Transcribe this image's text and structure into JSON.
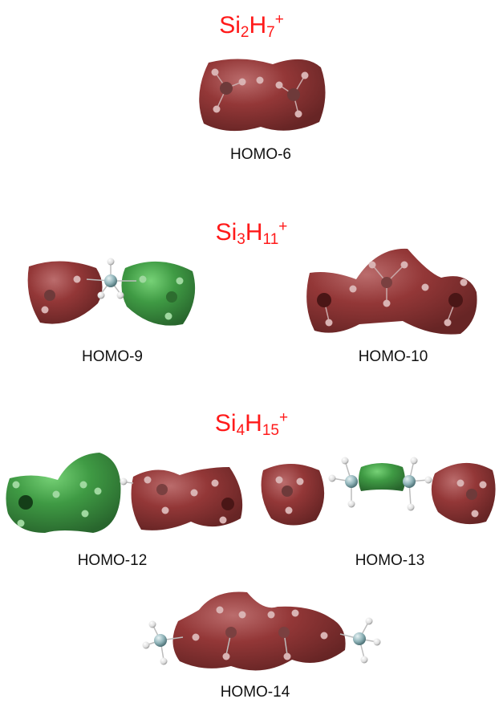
{
  "colors": {
    "title": "#ff1a1a",
    "negative_lobe": "#7a1c1c",
    "positive_lobe": "#2f8a2f",
    "silicon": "#8fb3b8",
    "hydrogen": "#e9e9e9"
  },
  "sections": [
    {
      "formula": {
        "base1": "Si",
        "sub1": "2",
        "base2": "H",
        "sub2": "7",
        "charge": "+"
      },
      "orbitals": [
        {
          "label": "HOMO-6"
        }
      ]
    },
    {
      "formula": {
        "base1": "Si",
        "sub1": "3",
        "base2": "H",
        "sub2": "11",
        "charge": "+"
      },
      "orbitals": [
        {
          "label": "HOMO-9"
        },
        {
          "label": "HOMO-10"
        }
      ]
    },
    {
      "formula": {
        "base1": "Si",
        "sub1": "4",
        "base2": "H",
        "sub2": "15",
        "charge": "+"
      },
      "orbitals": [
        {
          "label": "HOMO-12"
        },
        {
          "label": "HOMO-13"
        },
        {
          "label": "HOMO-14"
        }
      ]
    }
  ]
}
